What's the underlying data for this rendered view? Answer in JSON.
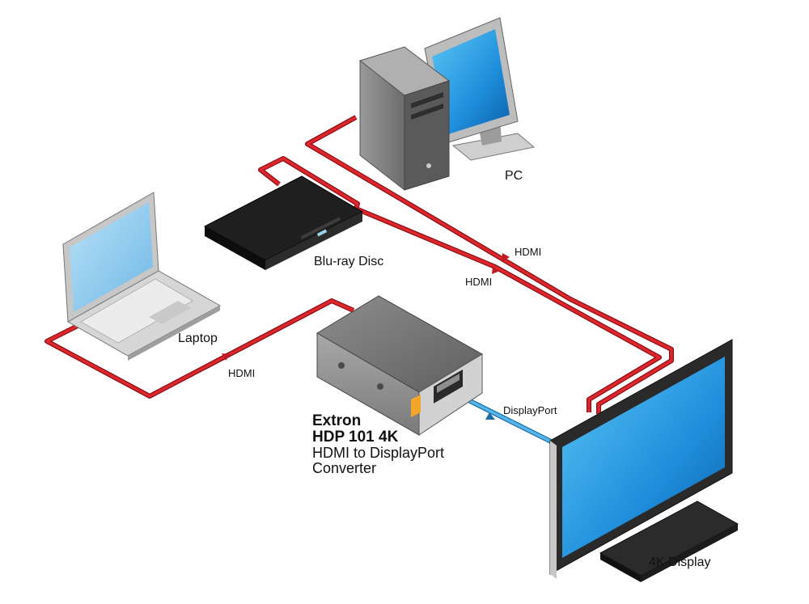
{
  "devices": {
    "pc": "PC",
    "bluray": "Blu-ray Disc",
    "laptop": "Laptop",
    "display": "4K Display"
  },
  "converter": {
    "brand": "Extron",
    "model": "HDP 101 4K",
    "line1": "HDMI to DisplayPort",
    "line2": "Converter"
  },
  "cables": {
    "pc_label": "HDMI",
    "bluray_label": "HDMI",
    "laptop_label": "HDMI",
    "displayport_label": "DisplayPort"
  },
  "colors": {
    "hdmi_cable": "#d7262c",
    "displayport_cable": "#4aa8dc",
    "screen": "#2a9ee6"
  }
}
